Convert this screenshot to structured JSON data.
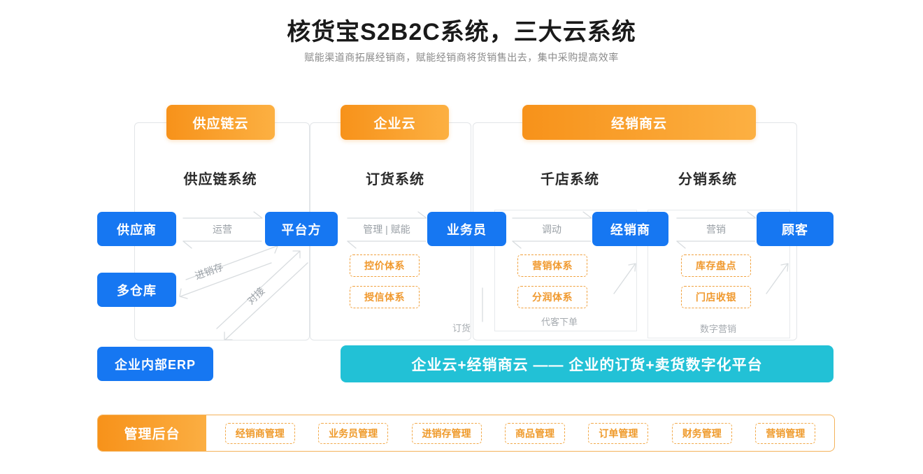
{
  "header": {
    "title": "核货宝S2B2C系统，三大云系统",
    "subtitle": "赋能渠道商拓展经销商，赋能经销商将货销售出去，集中采购提高效率"
  },
  "clouds": [
    {
      "label": "供应链云"
    },
    {
      "label": "企业云"
    },
    {
      "label": "经销商云"
    }
  ],
  "systems": [
    {
      "label": "供应链系统"
    },
    {
      "label": "订货系统"
    },
    {
      "label": "千店系统"
    },
    {
      "label": "分销系统"
    }
  ],
  "nodes": {
    "supplier": "供应商",
    "platform": "平台方",
    "salesman": "业务员",
    "dealer": "经销商",
    "customer": "顾客",
    "warehouse": "多仓库",
    "erp": "企业内部ERP"
  },
  "connectors": {
    "operate": "运营",
    "manage_empower": "管理 | 赋能",
    "mobilize": "调动",
    "marketing": "营销",
    "inventory": "进销存",
    "integration": "对接",
    "order": "订货",
    "order_for_customer": "代客下单",
    "digital_marketing": "数字营销"
  },
  "tags": {
    "enterprise": [
      "控价体系",
      "授信体系"
    ],
    "store": [
      "营销体系",
      "分润体系"
    ],
    "distribution": [
      "库存盘点",
      "门店收银"
    ]
  },
  "banner": {
    "text": "企业云+经销商云 —— 企业的订货+卖货数字化平台"
  },
  "admin": {
    "label": "管理后台",
    "items": [
      "经销商管理",
      "业务员管理",
      "进销存管理",
      "商品管理",
      "订单管理",
      "财务管理",
      "营销管理"
    ]
  },
  "colors": {
    "orange_start": "#F7921A",
    "orange_end": "#FCB042",
    "blue": "#1677F2",
    "teal": "#22C1D6",
    "tag_orange": "#F0992E",
    "gray_line": "#e2e5e8",
    "gray_text": "#9aa0a6"
  }
}
